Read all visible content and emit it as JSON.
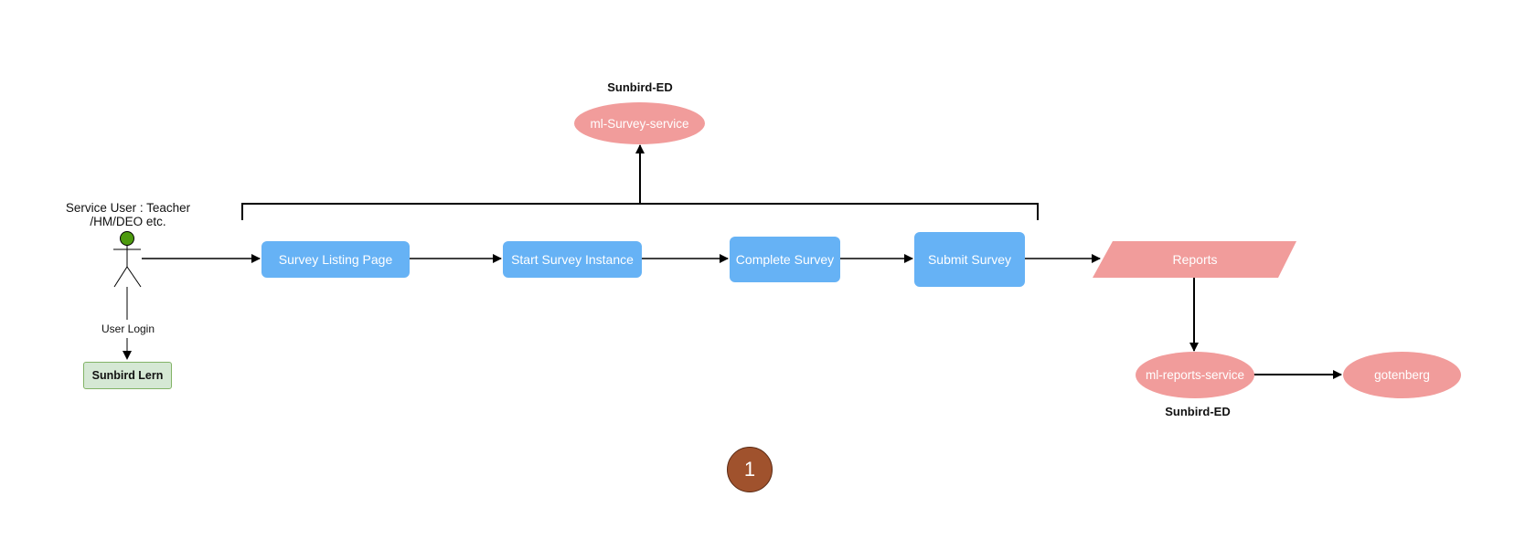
{
  "diagram": {
    "actor": {
      "label_line1": "Service User : Teacher",
      "label_line2": "/HM/DEO etc."
    },
    "login_edge_label": "User Login",
    "identity_service": "Sunbird Lern",
    "flow_steps": [
      "Survey Listing Page",
      "Start Survey Instance",
      "Complete Survey",
      "Submit Survey"
    ],
    "reports": "Reports",
    "survey_service": {
      "group_label": "Sunbird-ED",
      "name": "ml-Survey-service"
    },
    "reports_service": {
      "group_label": "Sunbird-ED",
      "name": "ml-reports-service"
    },
    "pdf_service": "gotenberg",
    "step_badge": "1",
    "colors": {
      "step_fill": "#66b2f5",
      "service_fill": "#f19c9b",
      "identity_fill": "#d5e8d4",
      "actor_head": "#4d9a0f",
      "badge_fill": "#a0522d"
    }
  }
}
